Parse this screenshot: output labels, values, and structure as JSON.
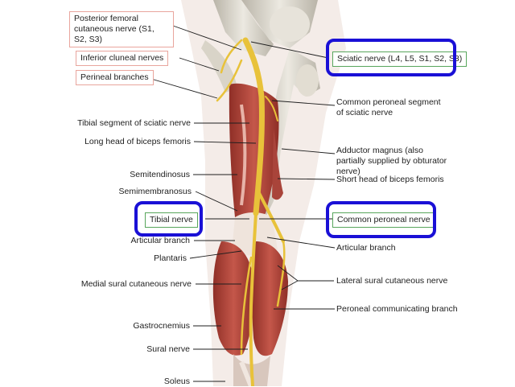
{
  "colors": {
    "highlight_ring": "#1a10d6",
    "green_box": "#58a65c",
    "pink_box": "#e9a59d",
    "nerve": "#e8c23a",
    "muscle": "#b9463a",
    "bone": "#d9d6cc",
    "leader_line": "#1e1e1e"
  },
  "labels": {
    "posterior_femoral_cutaneous": "Posterior femoral cutaneous nerve (S1, S2, S3)",
    "inferior_cluneal": "Inferior cluneal nerves",
    "perineal_branches": "Perineal branches",
    "tibial_segment": "Tibial segment of sciatic nerve",
    "long_head_biceps": "Long head of biceps femoris",
    "semitendinosus": "Semitendinosus",
    "semimembranosus": "Semimembranosus",
    "tibial_nerve": "Tibial nerve",
    "articular_branch_left": "Articular branch",
    "plantaris": "Plantaris",
    "medial_sural": "Medial sural cutaneous nerve",
    "gastrocnemius": "Gastrocnemius",
    "sural_nerve": "Sural nerve",
    "soleus": "Soleus",
    "sciatic_nerve": "Sciatic nerve (L4, L5, S1, S2, S3)",
    "common_peroneal_segment": "Common peroneal segment of sciatic nerve",
    "adductor_magnus": "Adductor magnus (also partially supplied by obturator nerve)",
    "short_head_biceps": "Short head of biceps femoris",
    "common_peroneal_nerve": "Common peroneal nerve",
    "articular_branch_right": "Articular branch",
    "lateral_sural": "Lateral sural cutaneous nerve",
    "peroneal_communicating": "Peroneal communicating branch"
  }
}
